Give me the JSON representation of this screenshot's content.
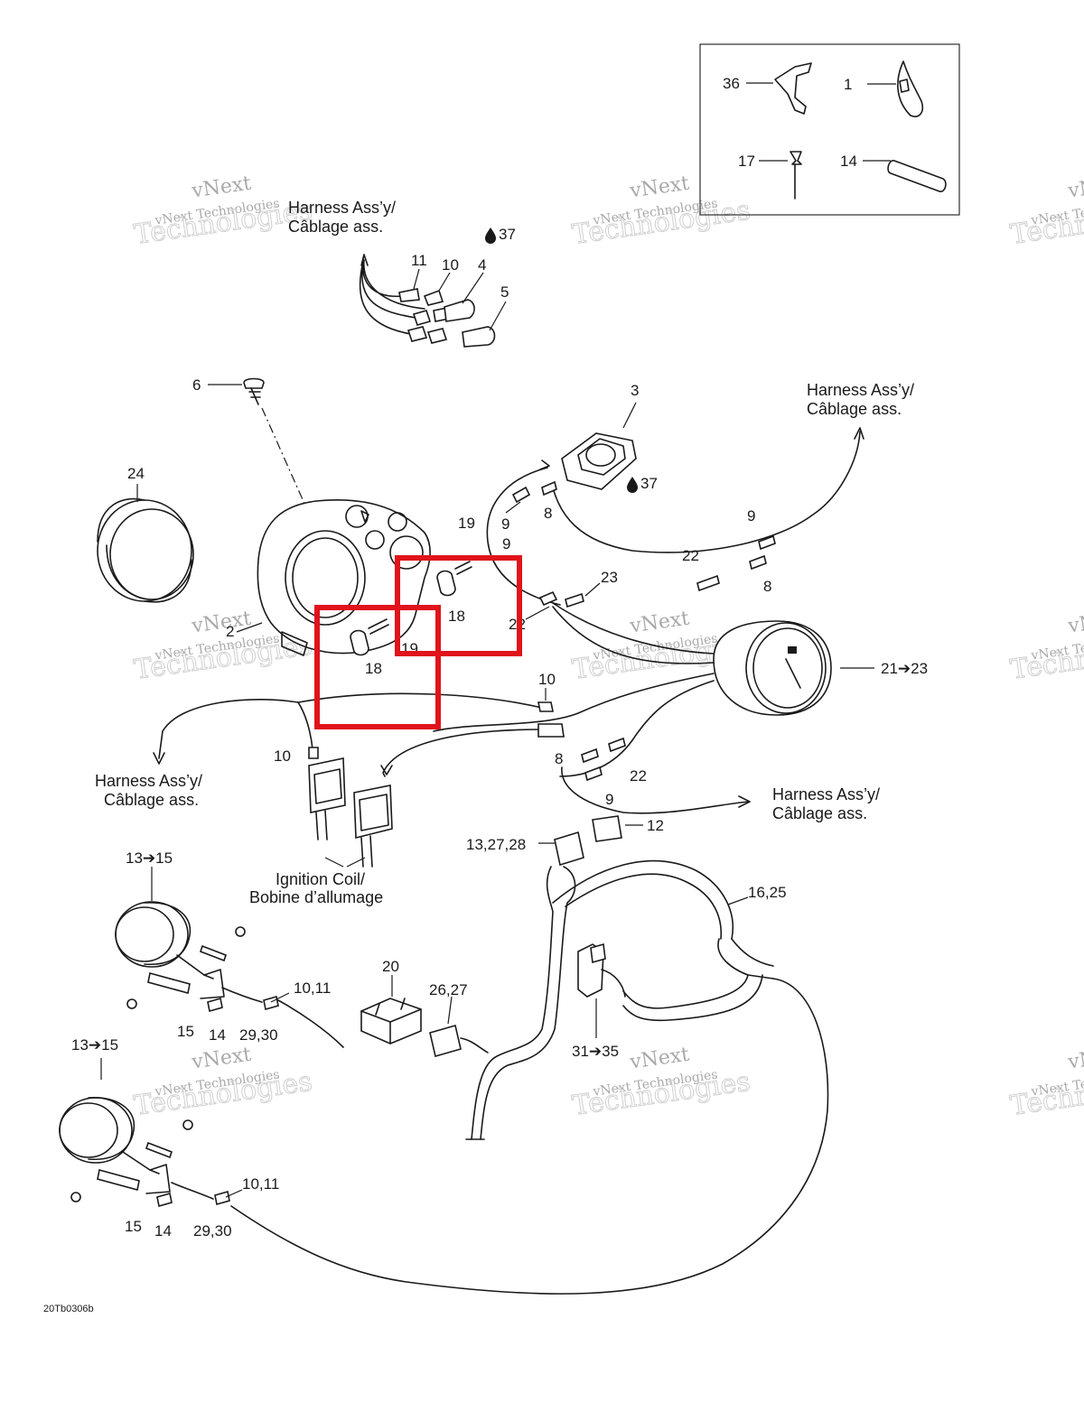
{
  "diagram": {
    "doc_id": "20Tb0306b",
    "highlight_color": "#e0141b",
    "watermark": {
      "line1": "vNext",
      "line2": "vNext Technologies",
      "line3": "Technologies"
    },
    "harness_labels": {
      "top_left": [
        "Harness Ass’y/",
        "Câblage ass."
      ],
      "top_right": [
        "Harness Ass’y/",
        "Câblage ass."
      ],
      "mid_left": [
        "Harness Ass’y/",
        "Câblage ass."
      ],
      "mid_right": [
        "Harness Ass’y/",
        "Câblage ass."
      ]
    },
    "ignition_label": [
      "Ignition Coil/",
      "Bobine d’allumage"
    ],
    "callouts": {
      "c36": "36",
      "c1": "1",
      "c17": "17",
      "c14": "14",
      "c37a": "37",
      "c11a": "11",
      "c10a": "10",
      "c4": "4",
      "c5": "5",
      "c6": "6",
      "c3": "3",
      "c37b": "37",
      "c24": "24",
      "c8a": "8",
      "c9a": "9",
      "c19a": "19",
      "c9b": "9",
      "c9c": "9",
      "c22a": "22",
      "c23": "23",
      "c8b": "8",
      "c2": "2",
      "c18a": "18",
      "c22b": "22",
      "c18b": "18",
      "c19b": "19",
      "c21": "21➔23",
      "c10b": "10",
      "c10c": "10",
      "c8c": "8",
      "c22c": "22",
      "c9d": "9",
      "c12": "12",
      "c13a": "13,27,28",
      "c1315a": "13➔15",
      "c1625": "16,25",
      "c20": "20",
      "c2627": "26,27",
      "c1011a": "10,11",
      "c15a": "15",
      "c14a": "14",
      "c2930a": "29,30",
      "c3135": "31➔35",
      "c1315b": "13➔15",
      "c1011b": "10,11",
      "c15b": "15",
      "c14b": "14",
      "c2930b": "29,30"
    }
  }
}
